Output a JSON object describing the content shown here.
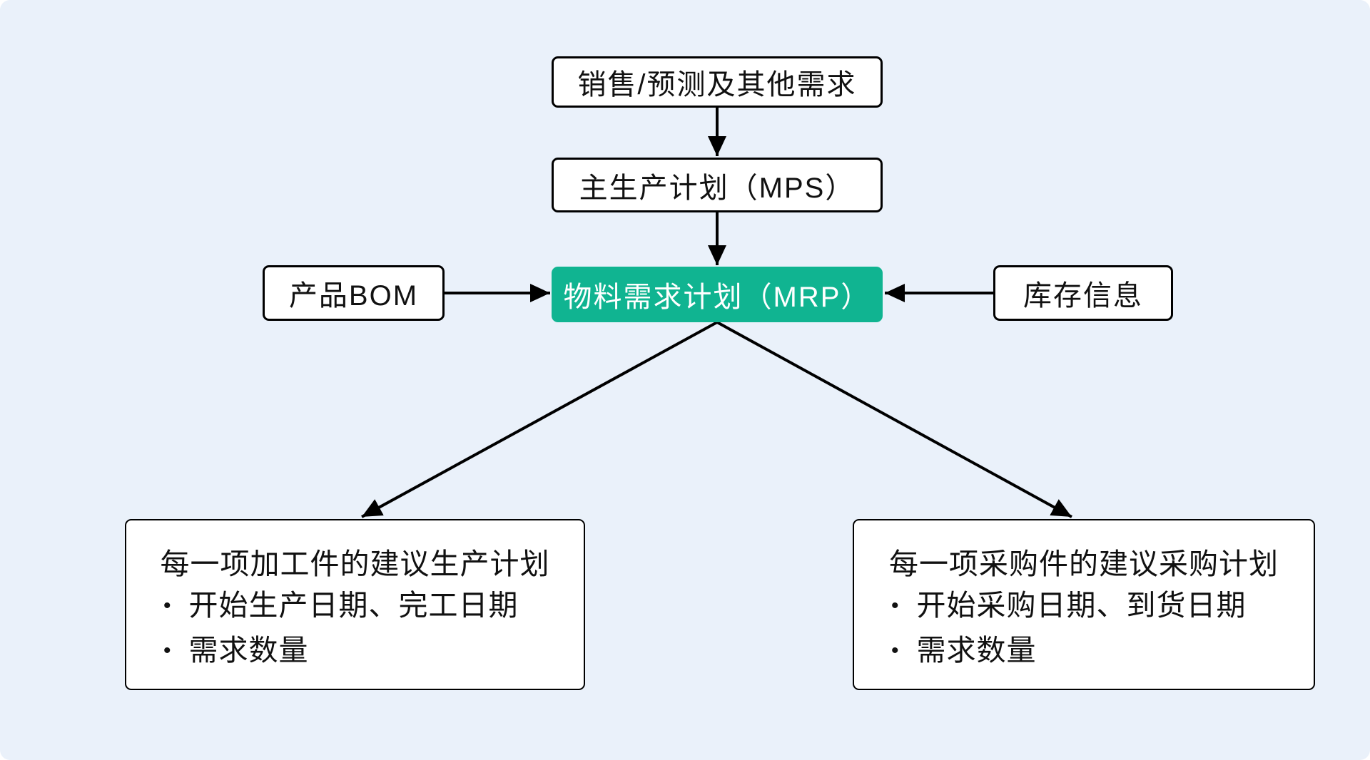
{
  "theme": {
    "page_background": "#ffffff",
    "board_background": "#eaf1fa",
    "accent_green": "#10b491",
    "box_border": "#000000",
    "text_color": "#111111",
    "mrp_text_color": "#ffffff",
    "arrow_color": "#000000"
  },
  "bullet_char": "•",
  "nodes": {
    "sales": {
      "label": "销售/预测及其他需求"
    },
    "mps": {
      "label": "主生产计划（MPS）"
    },
    "mrp": {
      "label": "物料需求计划（MRP）"
    },
    "bom": {
      "label": "产品BOM"
    },
    "inventory": {
      "label": "库存信息"
    },
    "production": {
      "title": "每一项加工件的建议生产计划",
      "bullets": [
        "开始生产日期、完工日期",
        "需求数量"
      ]
    },
    "purchase": {
      "title": "每一项采购件的建议采购计划",
      "bullets": [
        "开始采购日期、到货日期",
        "需求数量"
      ]
    }
  },
  "edges": [
    {
      "from": "sales",
      "to": "mps"
    },
    {
      "from": "mps",
      "to": "mrp"
    },
    {
      "from": "bom",
      "to": "mrp"
    },
    {
      "from": "inventory",
      "to": "mrp"
    },
    {
      "from": "mrp",
      "to": "production"
    },
    {
      "from": "mrp",
      "to": "purchase"
    }
  ]
}
